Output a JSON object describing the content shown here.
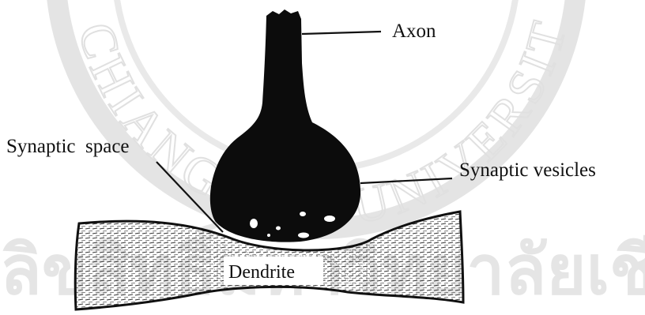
{
  "diagram": {
    "labels": {
      "axon": "Axon",
      "synaptic_space": "Synaptic  space",
      "synaptic_vesicles": "Synaptic vesicles",
      "dendrite": "Dendrite"
    },
    "watermark": {
      "top_text": "CHIANG MAI UNIVERSITY",
      "bottom_text": "ลิขสิทธิ์มหาวิทยาลัยเชียงใหม่",
      "color": "#c8c8c8"
    },
    "colors": {
      "ink": "#111111",
      "background": "#ffffff"
    }
  }
}
